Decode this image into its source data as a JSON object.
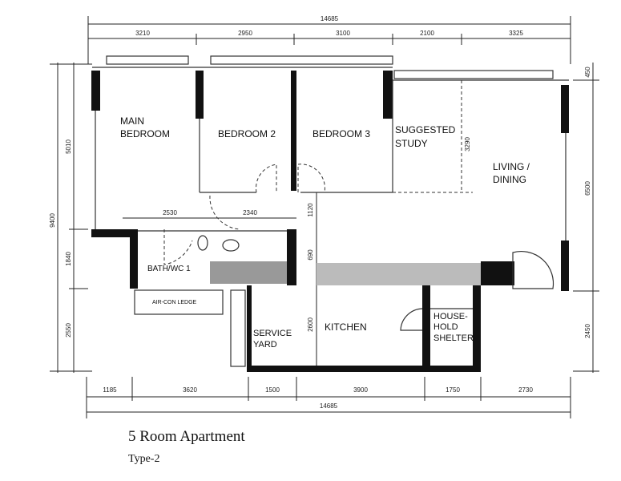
{
  "plan": {
    "title": "5 Room Apartment",
    "subtitle": "Type-2",
    "rooms": {
      "main_bedroom": [
        "MAIN",
        "BEDROOM"
      ],
      "bedroom2": "BEDROOM 2",
      "bedroom3": "BEDROOM 3",
      "study": [
        "SUGGESTED",
        "STUDY"
      ],
      "living": [
        "LIVING /",
        "DINING"
      ],
      "bath": "BATH/WC 1",
      "aircon": "AIR-CON LEDGE",
      "service": [
        "SERVICE",
        "YARD"
      ],
      "kitchen": "KITCHEN",
      "shelter": [
        "HOUSE-",
        "HOLD",
        "SHELTER"
      ]
    },
    "dims": {
      "top_total": "14685",
      "top": [
        "3210",
        "2950",
        "3100",
        "2100",
        "3325"
      ],
      "bottom_total": "14685",
      "bottom": [
        "1185",
        "3620",
        "1500",
        "3900",
        "1750",
        "2730"
      ],
      "left_total": "9400",
      "left": [
        "5010",
        "1840",
        "2550"
      ],
      "right": [
        "450",
        "6500",
        "2450"
      ],
      "inner_h": [
        "2530",
        "2340"
      ],
      "inner_v": [
        "1120",
        "690",
        "2600",
        "3290"
      ]
    }
  }
}
